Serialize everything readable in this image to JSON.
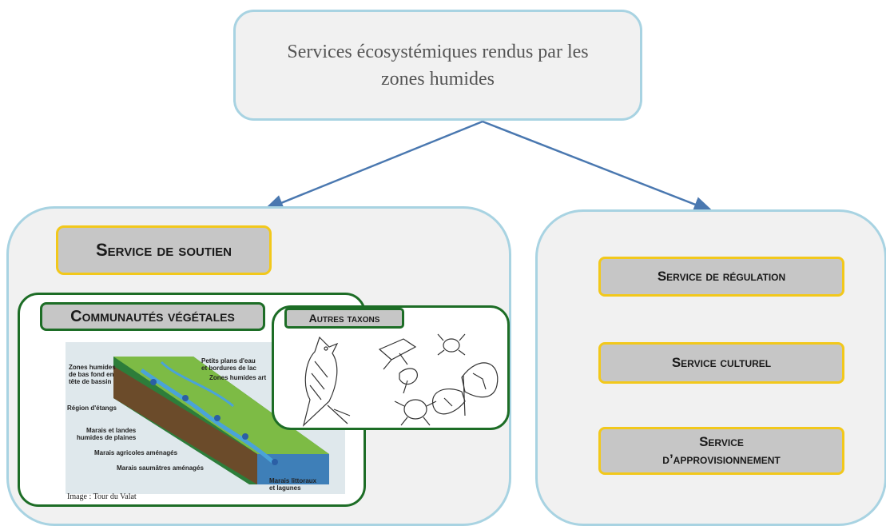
{
  "title": "Services écosystémiques rendus par les zones humides",
  "soutien": {
    "label": "Service de soutien",
    "communautes_label": "Communautés végétales",
    "autres_taxons_label": "Autres taxons",
    "image_caption": "Image : Tour du Valat",
    "map_labels": {
      "zones_bas_fond_1": "Zones humides",
      "zones_bas_fond_2": "de bas fond en",
      "zones_bas_fond_3": "tête de bassin",
      "petits_plans_1": "Petits plans d'eau",
      "petits_plans_2": "et bordures de lac",
      "zones_humides_art": "Zones humides art",
      "region_etangs": "Région d'étangs",
      "marais_landes_1": "Marais et landes",
      "marais_landes_2": "humides de plaines",
      "marais_agricoles": "Marais agricoles aménagés",
      "marais_saumatres": "Marais saumâtres aménagés",
      "marais_littoraux_1": "Marais littoraux",
      "marais_littoraux_2": "et lagunes"
    }
  },
  "services": [
    {
      "label": "Service de régulation"
    },
    {
      "label": "Service culturel"
    },
    {
      "label_line1": "Service",
      "label_line2": "d’approvisionnement"
    }
  ],
  "colors": {
    "panel_border": "#a8d3e2",
    "panel_fill": "#f1f1f1",
    "label_fill": "#c6c6c6",
    "gold_border": "#f2c81b",
    "green_border": "#1d6d26",
    "arrow": "#4a78b0"
  }
}
